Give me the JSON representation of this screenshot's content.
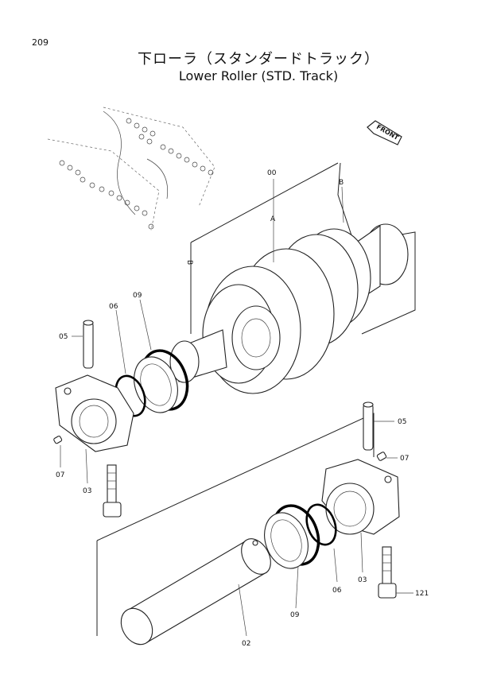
{
  "page_number": "209",
  "title_jp": "下ローラ（スタンダードトラック）",
  "title_en": "Lower Roller (STD. Track)",
  "front_label": "FRONT",
  "labels": {
    "p00": "00",
    "a": "A",
    "b_top": "B",
    "b_left": "B",
    "p05_left": "05",
    "p06_left": "06",
    "p09_left": "09",
    "p07_left": "07",
    "p03_left": "03",
    "p05_right": "05",
    "p07_right": "07",
    "p03_right": "03",
    "p06_right": "06",
    "p09_right": "09",
    "p121": "121",
    "p02": "02"
  }
}
